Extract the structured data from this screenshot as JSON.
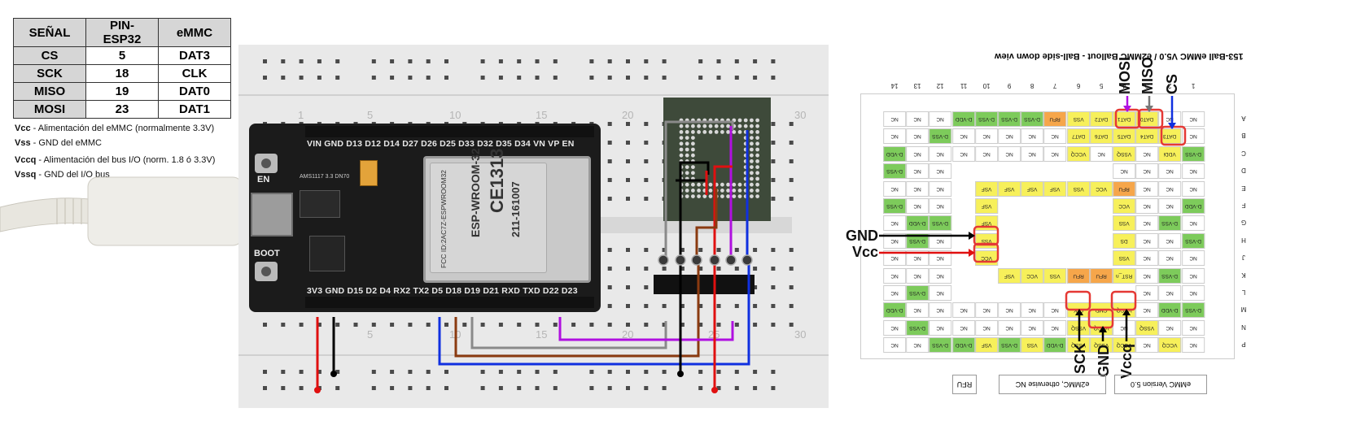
{
  "pin_table": {
    "headers": [
      "SEÑAL",
      "PIN- ESP32",
      "eMMC"
    ],
    "rows": [
      [
        "CS",
        "5",
        "DAT3"
      ],
      [
        "SCK",
        "18",
        "CLK"
      ],
      [
        "MISO",
        "19",
        "DAT0"
      ],
      [
        "MOSI",
        "23",
        "DAT1"
      ]
    ]
  },
  "notes": [
    {
      "term": "Vcc",
      "text": " - Alimentación del eMMC (normalmente 3.3V)"
    },
    {
      "term": "Vss",
      "text": " - GND del eMMC"
    },
    {
      "term": "Vccq",
      "text": " - Alimentación del bus I/O (norm. 1.8 ó 3.3V)"
    },
    {
      "term": "Vssq",
      "text": " - GND del I/O bus"
    }
  ],
  "board": {
    "top_pins": "VIN GND D13 D12 D14 D27 D26 D25 D33 D32 D35 D34 VN VP EN",
    "bottom_pins": "3V3 GND D15 D2 D4 RX2 TX2 D5 D18 D19 D21 RXD TXD D22 D23",
    "button_en": "EN",
    "button_boot": "BOOT",
    "regulator": "AMS1117 3.3 DN70",
    "module_brand": "ESP-WROOM-32",
    "module_cert": "CE1313",
    "module_id": "211-161007",
    "module_fcc": "FCC ID:2AC7Z-ESPWROOM32"
  },
  "breadboard_numbers": [
    "1",
    "5",
    "10",
    "15",
    "20",
    "25",
    "30"
  ],
  "ballout": {
    "title": "153-Ball eMMC V5.0 / e2MMC Ballout - Ball-side down view",
    "columns": [
      "1",
      "2",
      "3",
      "4",
      "5",
      "6",
      "7",
      "8",
      "9",
      "10",
      "11",
      "12",
      "13",
      "14"
    ],
    "rows": [
      "A",
      "B",
      "C",
      "D",
      "E",
      "F",
      "G",
      "H",
      "J",
      "K",
      "L",
      "M",
      "N",
      "P"
    ],
    "signal_labels": {
      "mosi": "MOSI",
      "miso": "MISO",
      "cs": "CS",
      "gnd_left": "GND",
      "vcc_left": "Vcc",
      "sck": "SCK",
      "gnd_bottom": "GND",
      "vccq": "Vccq"
    },
    "key": [
      {
        "label": "RFU",
        "color": "#f6a64a"
      },
      {
        "label": "e2MMC, otherwise NC",
        "color": "#7dcb5b"
      },
      {
        "label": "eMMC Version 5.0",
        "color": "#f7f05a"
      }
    ],
    "grid_text": [
      [
        "NC",
        "NC",
        "DAT0",
        "DAT1",
        "DAT2",
        "VSS",
        "RFU",
        "D-VSS",
        "D-VSS",
        "D-VSS",
        "D-VDD",
        "NC",
        "NC",
        "NC"
      ],
      [
        "NC",
        "DAT3",
        "DAT4",
        "DAT5",
        "DAT6",
        "DAT7",
        "NC",
        "NC",
        "NC",
        "NC",
        "NC",
        "D-VSS",
        "NC",
        "NC"
      ],
      [
        "D-VSS",
        "VDDi",
        "NC",
        "VSSQ",
        "NC",
        "VCCQ",
        "NC",
        "NC",
        "NC",
        "NC",
        "NC",
        "NC",
        "NC",
        "D-VDD"
      ],
      [
        "NC",
        "NC",
        "NC",
        "NC",
        "",
        "",
        "",
        "",
        "",
        "",
        "",
        "NC",
        "NC",
        "D-VSS"
      ],
      [
        "NC",
        "NC",
        "NC",
        "RFU",
        "VCC",
        "VSS",
        "VSF",
        "VSF",
        "VSF",
        "VSF",
        "",
        "NC",
        "NC",
        "NC"
      ],
      [
        "D-VDD",
        "NC",
        "NC",
        "VCC",
        "",
        "",
        "",
        "",
        "",
        "VSF",
        "",
        "NC",
        "NC",
        "D-VSS"
      ],
      [
        "NC",
        "D-VSS",
        "NC",
        "VSS",
        "",
        "",
        "",
        "",
        "",
        "VSF",
        "",
        "D-VSS",
        "D-VDD",
        "NC"
      ],
      [
        "D-VSS",
        "NC",
        "NC",
        "DS",
        "",
        "",
        "",
        "",
        "",
        "VSS",
        "",
        "NC",
        "D-VSS",
        "NC"
      ],
      [
        "NC",
        "NC",
        "NC",
        "VSS",
        "",
        "",
        "",
        "",
        "",
        "VCC",
        "",
        "NC",
        "NC",
        "NC"
      ],
      [
        "NC",
        "D-VSS",
        "NC",
        "RST_n",
        "RFU",
        "RFU",
        "VSS",
        "VCC",
        "VSF",
        "",
        "",
        "NC",
        "NC",
        "NC"
      ],
      [
        "NC",
        "NC",
        "NC",
        "",
        "",
        "",
        "",
        "",
        "",
        "",
        "",
        "NC",
        "D-VSS",
        "NC"
      ],
      [
        "D-VSS",
        "D-VDD",
        "NC",
        "VCCQ",
        "CMD",
        "CLK",
        "NC",
        "NC",
        "NC",
        "NC",
        "NC",
        "NC",
        "NC",
        "D-VDD"
      ],
      [
        "NC",
        "NC",
        "VSSQ",
        "NC",
        "VCCQ",
        "VSSQ",
        "NC",
        "NC",
        "NC",
        "NC",
        "NC",
        "NC",
        "D-VSS",
        "NC"
      ],
      [
        "NC",
        "VCCQ",
        "NC",
        "VCCQ",
        "VSSQ",
        "VSSQ",
        "D-VDD",
        "VSS",
        "D-VSS",
        "VSF",
        "D-VDD",
        "D-VSS",
        "NC",
        "NC"
      ]
    ]
  },
  "wire_colors": {
    "red": "#e01010",
    "black": "#000000",
    "blue": "#1030e0",
    "brown": "#8a3a10",
    "gray": "#8a8a8a",
    "purple": "#b010e0"
  }
}
